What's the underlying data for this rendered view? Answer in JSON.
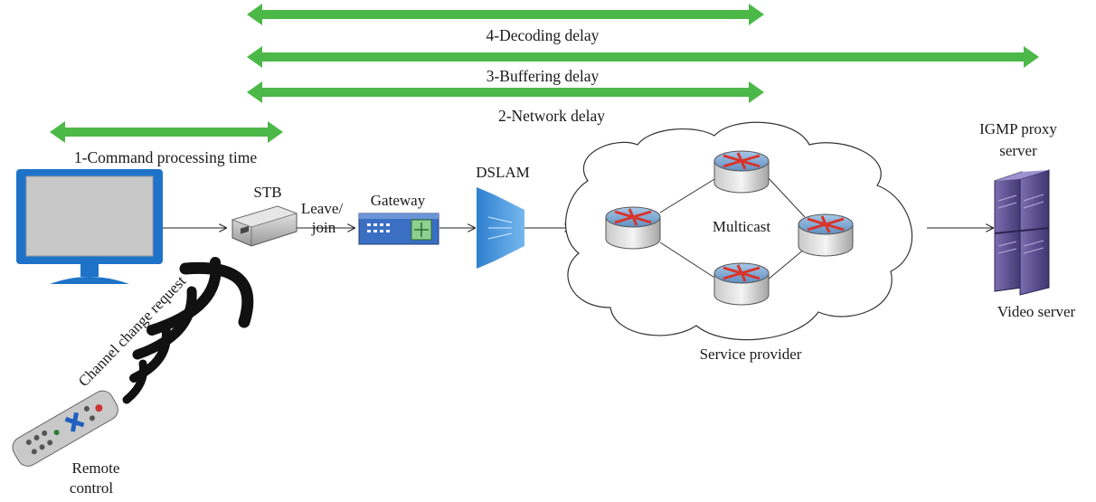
{
  "diagram": {
    "delays": [
      {
        "label": "4-Decoding delay"
      },
      {
        "label": "3-Buffering delay"
      },
      {
        "label": "2-Network delay"
      },
      {
        "label": "1-Command processing time"
      }
    ],
    "devices": {
      "stb": "STB",
      "leave_join_line1": "Leave/",
      "leave_join_line2": "join",
      "gateway": "Gateway",
      "dslam": "DSLAM",
      "multicast": "Multicast",
      "service_provider": "Service provider",
      "igmp_line1": "IGMP proxy",
      "igmp_line2": "server",
      "video_server": "Video server",
      "channel_change": "Channel change request",
      "remote_line1": "Remote",
      "remote_line2": "control"
    },
    "colors": {
      "arrow": "#4cb848",
      "router_blue": "#7fa9cf",
      "router_arrow": "#d9342b",
      "server": "#5b4e8c",
      "gateway": "#3a6fc4",
      "dslam": "#3d8fd6"
    }
  }
}
